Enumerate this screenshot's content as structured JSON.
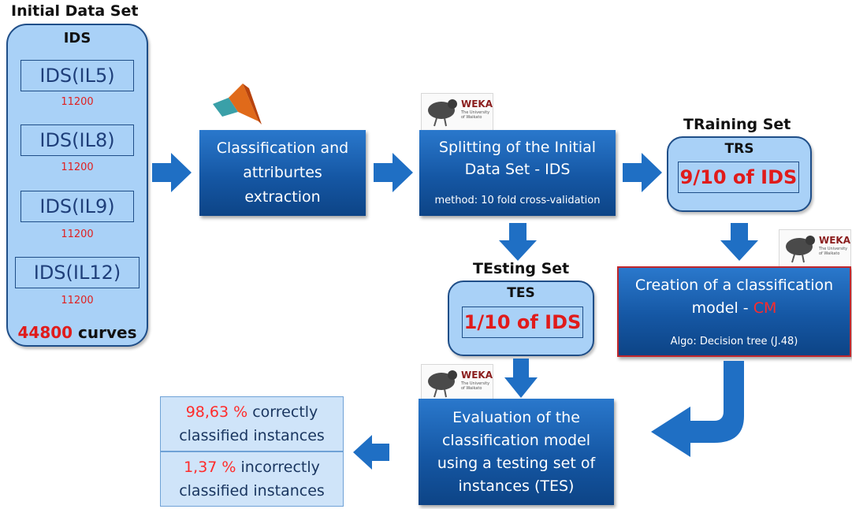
{
  "ids_panel": {
    "title": "Initial Data Set",
    "label": "IDS",
    "subsets": [
      {
        "name": "IDS(IL5)",
        "count": "11200"
      },
      {
        "name": "IDS(IL8)",
        "count": "11200"
      },
      {
        "name": "IDS(IL9)",
        "count": "11200"
      },
      {
        "name": "IDS(IL12)",
        "count": "11200"
      }
    ],
    "total_number": "44800",
    "total_unit": "curves"
  },
  "classification_box": {
    "text": "Classification and attriburtes extraction"
  },
  "splitting_box": {
    "title": "Splitting of the Initial Data Set - IDS",
    "method": "method: 10 fold cross-validation"
  },
  "training_set": {
    "title": "TRaining Set",
    "label": "TRS",
    "value": "9/10 of IDS"
  },
  "testing_set": {
    "title": "TEsting Set",
    "label": "TES",
    "value": "1/10 of IDS"
  },
  "creation_box": {
    "text": "Creation of a classification model - ",
    "highlight": "CM",
    "algo": "Algo: Decision tree (J.48)"
  },
  "evaluation_box": {
    "text": "Evaluation of the classification model using a testing set of instances (TES)"
  },
  "results": {
    "correct_pct": "98,63 %",
    "correct_text": "correctly",
    "correct_line2": "classified instances",
    "incorrect_pct": "1,37 %",
    "incorrect_text": "incorrectly",
    "incorrect_line2": "classified instances"
  },
  "weka_logo": {
    "text": "WEKA",
    "subtext": "The University of Waikato"
  },
  "colors": {
    "accent_blue": "#1557a4",
    "light_blue": "#a9d1f7",
    "highlight_red": "#e01b1b"
  }
}
